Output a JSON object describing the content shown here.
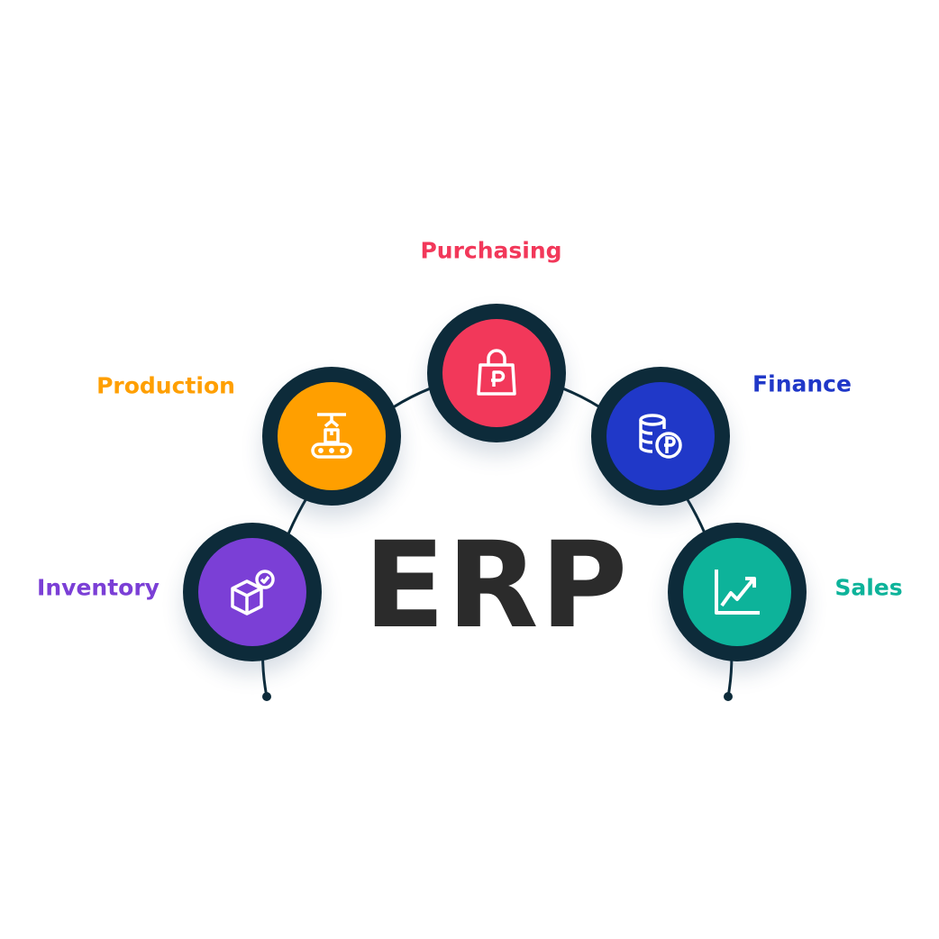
{
  "title": "ERP",
  "modules": [
    {
      "name": "Purchasing",
      "icon": "shopping-bag-ruble-icon",
      "color": "#f2385a"
    },
    {
      "name": "Production",
      "icon": "conveyor-belt-icon",
      "color": "#ff9f00"
    },
    {
      "name": "Finance",
      "icon": "coins-ruble-icon",
      "color": "#2038c8"
    },
    {
      "name": "Inventory",
      "icon": "box-check-icon",
      "color": "#7b3fd6"
    },
    {
      "name": "Sales",
      "icon": "growth-chart-icon",
      "color": "#0db39a"
    }
  ],
  "ring_color": "#0d2b3a"
}
